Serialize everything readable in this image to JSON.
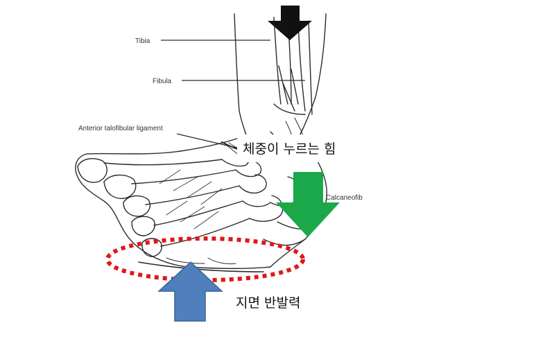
{
  "labels": {
    "tibia": "Tibia",
    "fibula": "Fibula",
    "atfl": "Anterior talofibular ligament",
    "calcaneofib": "Calcaneofib"
  },
  "annotations": {
    "body_weight": "체중이 누르는 힘",
    "ground_reaction": "지면 반발력"
  },
  "colors": {
    "down_arrow_top": "#111111",
    "down_arrow_green": "#1aa84a",
    "up_arrow_blue": "#4f80bd",
    "up_arrow_border": "#3b6497",
    "contact_ellipse": "#e01818",
    "line_art": "#2a2a2a"
  },
  "icons": {
    "top_arrow": "black-down-arrow-icon",
    "weight_arrow": "green-down-arrow-icon",
    "ground_arrow": "blue-up-arrow-icon"
  }
}
